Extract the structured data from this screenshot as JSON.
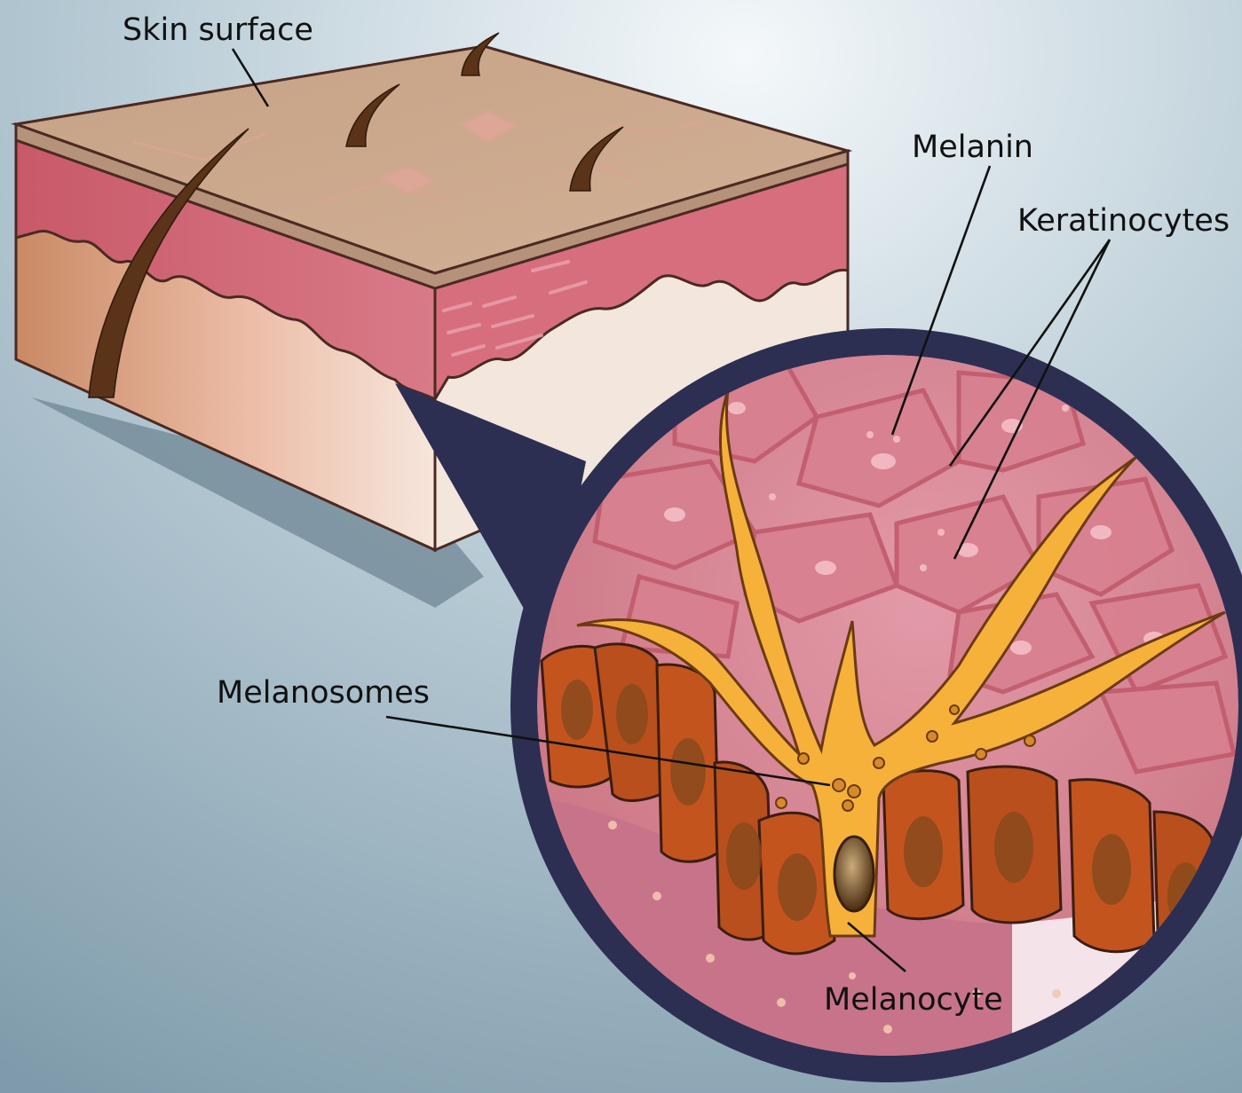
{
  "labels": {
    "skin_surface": "Skin surface",
    "melanin": "Melanin",
    "keratinocytes": "Keratinocytes",
    "melanosomes": "Melanosomes",
    "melanocyte": "Melanocyte"
  },
  "colors": {
    "background_light": "#e6eef2",
    "background_dark": "#7f9bab",
    "skin_top": "#c9a68a",
    "epidermis": "#d06a78",
    "dermis": "#d39a78",
    "lens_ring": "#2c2f52",
    "basal_cell": "#c4541e",
    "melanocyte": "#f6b13a",
    "hair": "#5a3318"
  }
}
